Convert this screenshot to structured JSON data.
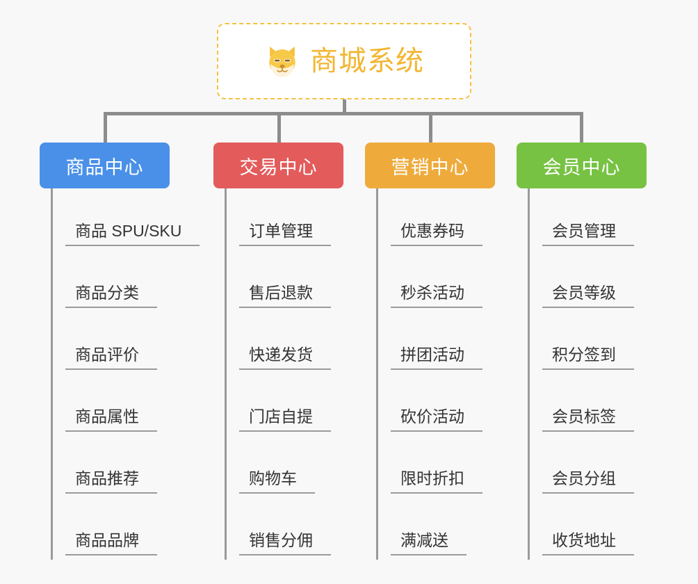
{
  "background_color": "#f8f8f8",
  "connector_color": "#8c8c8c",
  "root": {
    "title": "商城系统",
    "icon": "dog-face-icon",
    "border_color": "#f4c242",
    "text_color": "#f2b632",
    "background_color": "#ffffff"
  },
  "branches": [
    {
      "id": "product-center",
      "label": "商品中心",
      "color": "#4a90e8",
      "items": [
        "商品 SPU/SKU",
        "商品分类",
        "商品评价",
        "商品属性",
        "商品推荐",
        "商品品牌"
      ]
    },
    {
      "id": "trade-center",
      "label": "交易中心",
      "color": "#e35b5b",
      "items": [
        "订单管理",
        "售后退款",
        "快递发货",
        "门店自提",
        "购物车",
        "销售分佣"
      ]
    },
    {
      "id": "marketing-center",
      "label": "营销中心",
      "color": "#eeab3c",
      "items": [
        "优惠券码",
        "秒杀活动",
        "拼团活动",
        "砍价活动",
        "限时折扣",
        "满减送"
      ]
    },
    {
      "id": "member-center",
      "label": "会员中心",
      "color": "#77c243",
      "items": [
        "会员管理",
        "会员等级",
        "积分签到",
        "会员标签",
        "会员分组",
        "收货地址"
      ]
    }
  ]
}
